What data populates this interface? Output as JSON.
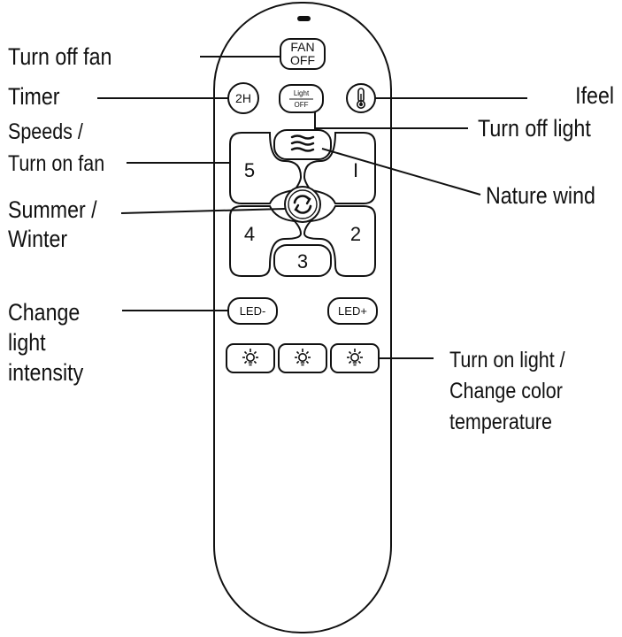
{
  "labels": {
    "turn_off_fan": "Turn off fan",
    "timer": "Timer",
    "speeds_line1": "Speeds /",
    "speeds_line2": "Turn on fan",
    "summer_line1": "Summer /",
    "summer_line2": "Winter",
    "change_light_line1": "Change",
    "change_light_line2": "light",
    "change_light_line3": "intensity",
    "ifeel": "Ifeel",
    "turn_off_light": "Turn off light",
    "nature_wind": "Nature wind",
    "turn_on_light_line1": "Turn on light /",
    "turn_on_light_line2": "Change color",
    "turn_on_light_line3": "temperature"
  },
  "buttons": {
    "fan_off_line1": "FAN",
    "fan_off_line2": "OFF",
    "timer": "2H",
    "light_off_line1": "Light",
    "light_off_line2": "OFF",
    "speed_5": "5",
    "speed_1": "I",
    "speed_4": "4",
    "speed_2": "2",
    "speed_3": "3",
    "led_minus": "LED-",
    "led_plus": "LED+"
  },
  "icons": {
    "thermometer": "thermometer-icon",
    "nature_wind": "waves-icon",
    "summer_winter": "cycle-arrows-icon",
    "light": "sun-bulb-icon"
  },
  "colors": {
    "stroke": "#111111",
    "background": "#ffffff"
  }
}
